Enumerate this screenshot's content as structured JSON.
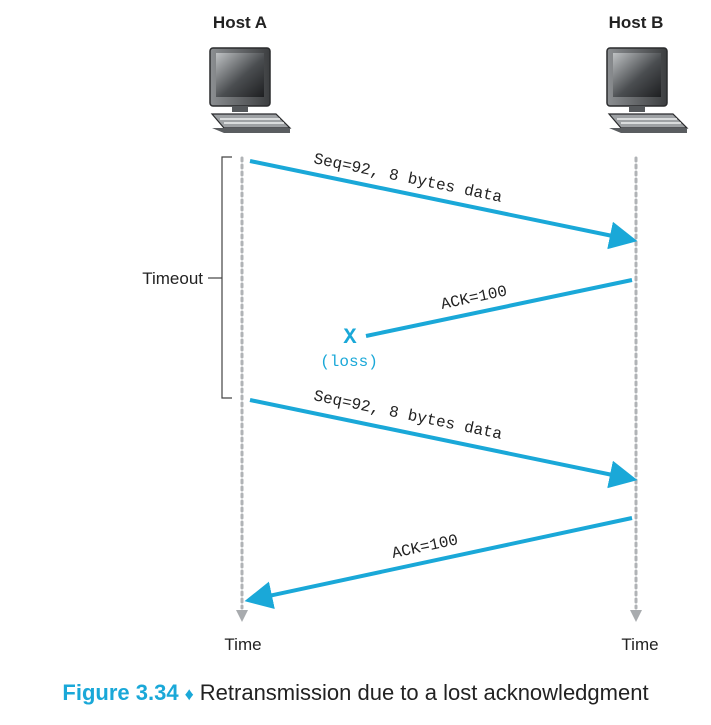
{
  "hosts": {
    "a": "Host A",
    "b": "Host B"
  },
  "timeout_label": "Timeout",
  "messages": {
    "seq1": "Seq=92, 8 bytes data",
    "ack1": "ACK=100",
    "loss_mark": "X",
    "loss_label": "(loss)",
    "seq2": "Seq=92, 8 bytes data",
    "ack2": "ACK=100"
  },
  "time_labels": {
    "a": "Time",
    "b": "Time"
  },
  "caption": {
    "figure": "Figure 3.34",
    "separator": "♦",
    "text": "Retransmission due to a lost acknowledgment"
  },
  "colors": {
    "arrow": "#1aa8d8",
    "timeline": "#b0b3b6",
    "text": "#222222"
  },
  "icons": {
    "host_a": "computer-icon",
    "host_b": "computer-icon"
  }
}
